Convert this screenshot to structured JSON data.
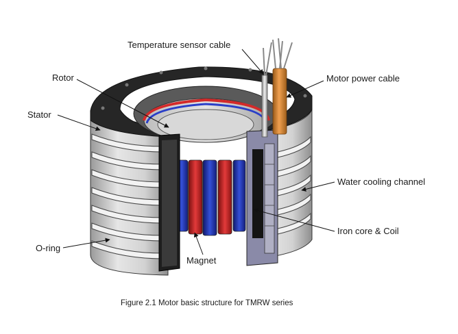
{
  "labels": {
    "temperature_sensor_cable": "Temperature sensor cable",
    "rotor": "Rotor",
    "motor_power_cable": "Motor power cable",
    "stator": "Stator",
    "water_cooling_channel": "Water cooling channel",
    "iron_core_coil": "Iron core & Coil",
    "o_ring": "O-ring",
    "magnet": "Magnet"
  },
  "caption": "Figure 2.1 Motor basic structure for TMRW series",
  "colors": {
    "magnet_red": "#d42a2a",
    "magnet_blue": "#2a3fc8",
    "cable_orange": "#e08a2e",
    "housing_grey": "#c9c9c9",
    "top_black": "#222222"
  }
}
